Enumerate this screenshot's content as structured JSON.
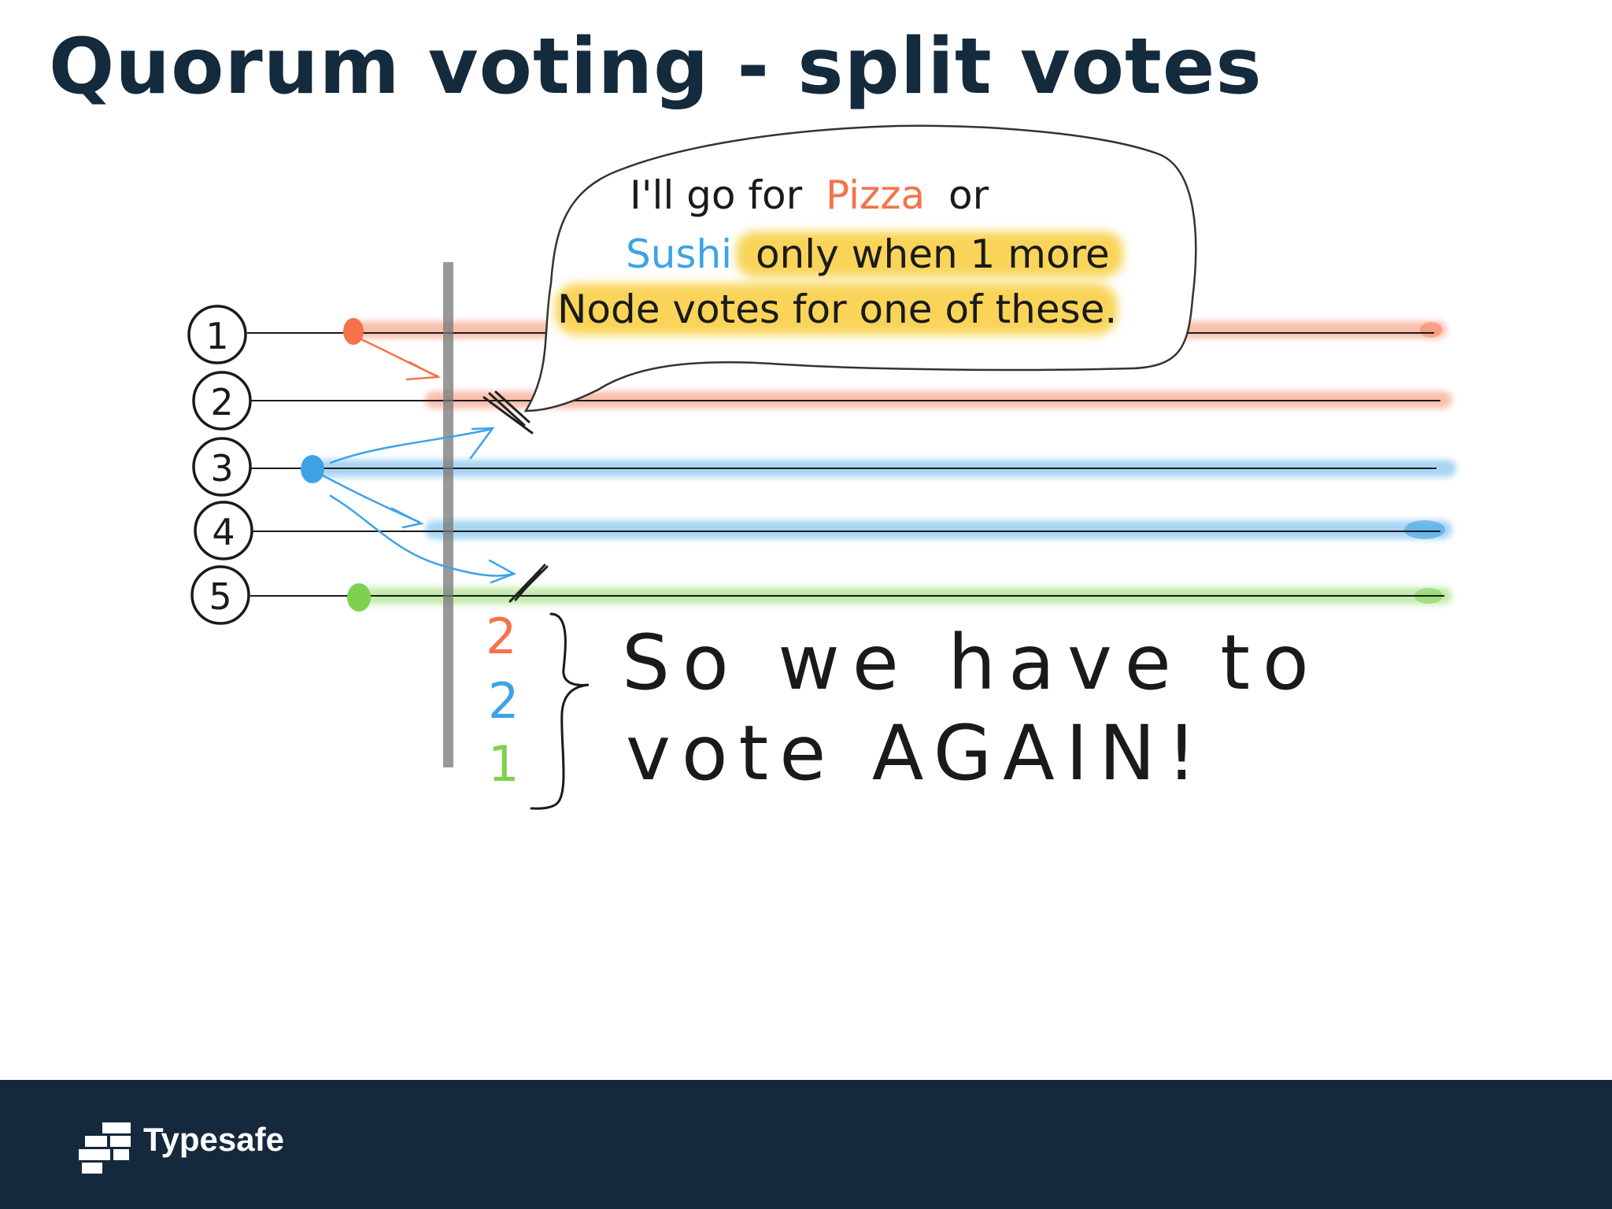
{
  "slide": {
    "title": "Quorum voting - split votes"
  },
  "diagram": {
    "nodes": [
      {
        "label": "1",
        "vote": "Pizza",
        "color": "#f4734a"
      },
      {
        "label": "2",
        "vote": "Pizza",
        "color": "#f4734a"
      },
      {
        "label": "3",
        "vote": "Sushi",
        "color": "#3ea3e6"
      },
      {
        "label": "4",
        "vote": "Sushi",
        "color": "#3ea3e6"
      },
      {
        "label": "5",
        "vote": "none",
        "color": "#7ed14e"
      }
    ],
    "bubble": {
      "line1_a": "I'll go for",
      "line1_pizza": "Pizza",
      "line1_b": "or",
      "line2_sushi": "Sushi",
      "line2_rest": "only when 1 more",
      "line3": "Node votes for one of these."
    },
    "tally": {
      "pizza_count": "2",
      "sushi_count": "2",
      "other_count": "1",
      "line1": "So we have to",
      "line2": "vote AGAIN!"
    },
    "colors": {
      "pizza": "#f4734a",
      "sushi": "#3ea3e6",
      "other": "#7ed14e",
      "highlight": "#f7c623",
      "ink": "#1a1a1a"
    }
  },
  "footer": {
    "brand": "Typesafe",
    "logo_icon": "typesafe-logo-icon"
  }
}
